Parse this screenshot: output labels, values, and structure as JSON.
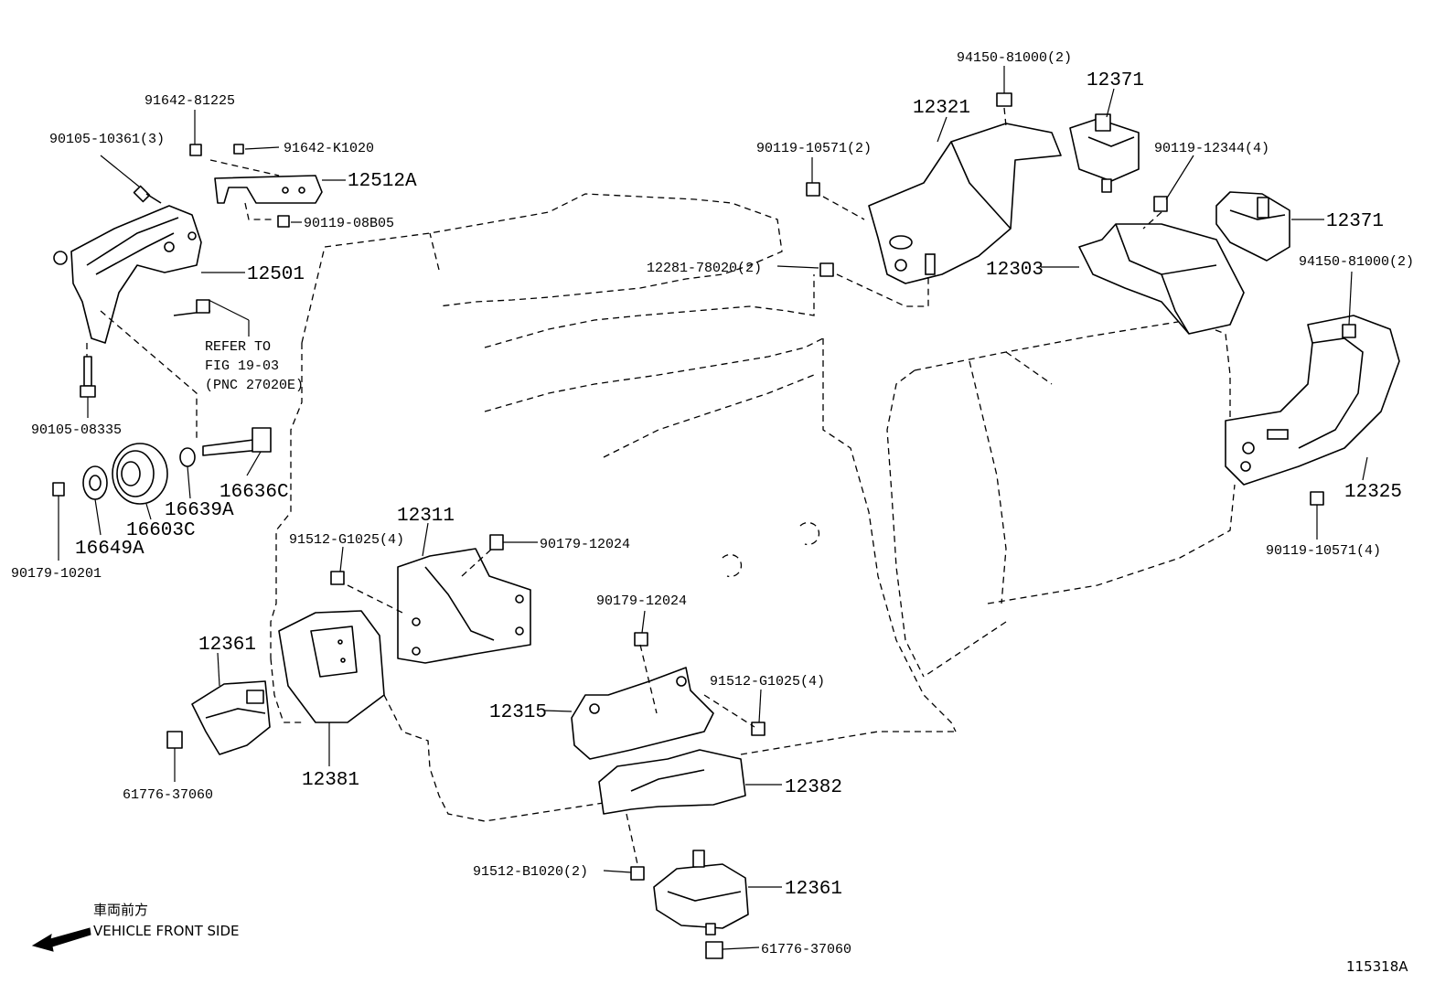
{
  "figure_code": "115318A",
  "vehicle_front": {
    "japanese": "車両前方",
    "english": "VEHICLE FRONT SIDE"
  },
  "refer_note": {
    "line1": "REFER TO",
    "line2": "FIG 19-03",
    "line3": "(PNC 27020E)"
  },
  "labels": {
    "p91642_81225": "91642-81225",
    "p90105_10361": "90105-10361(3)",
    "p91642_K1020": "91642-K1020",
    "p12512A": "12512A",
    "p90119_08B05": "90119-08B05",
    "p12501": "12501",
    "p90105_08335": "90105-08335",
    "p16636C": "16636C",
    "p16639A": "16639A",
    "p16603C": "16603C",
    "p16649A": "16649A",
    "p90179_10201": "90179-10201",
    "p94150_top": "94150-81000(2)",
    "p12321": "12321",
    "p12371_top": "12371",
    "p90119_10571_2": "90119-10571(2)",
    "p90119_12344": "90119-12344(4)",
    "p12371_right": "12371",
    "p12281": "12281-78020(2)",
    "p12303": "12303",
    "p94150_right": "94150-81000(2)",
    "p12325": "12325",
    "p90119_10571_4": "90119-10571(4)",
    "p12311": "12311",
    "p91512_G1025_left": "91512-G1025(4)",
    "p90179_12024_a": "90179-12024",
    "p90179_12024_b": "90179-12024",
    "p12361_left": "12361",
    "p91512_G1025_right": "91512-G1025(4)",
    "p12315": "12315",
    "p61776_left": "61776-37060",
    "p12381": "12381",
    "p12382": "12382",
    "p91512_B1020": "91512-B1020(2)",
    "p12361_bottom": "12361",
    "p61776_bottom": "61776-37060"
  },
  "colors": {
    "line": "#000000",
    "background": "#ffffff"
  }
}
